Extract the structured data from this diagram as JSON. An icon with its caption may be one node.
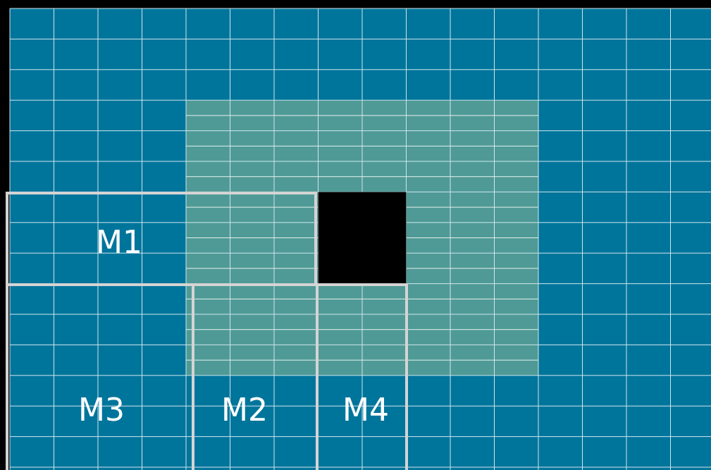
{
  "diagram": {
    "nodes": [
      {
        "text": [
          "M1"
        ]
      },
      {
        "text": [
          "M3"
        ]
      },
      {
        "text": [
          "M2"
        ]
      },
      {
        "text": [
          "M4"
        ]
      }
    ],
    "edges": []
  }
}
